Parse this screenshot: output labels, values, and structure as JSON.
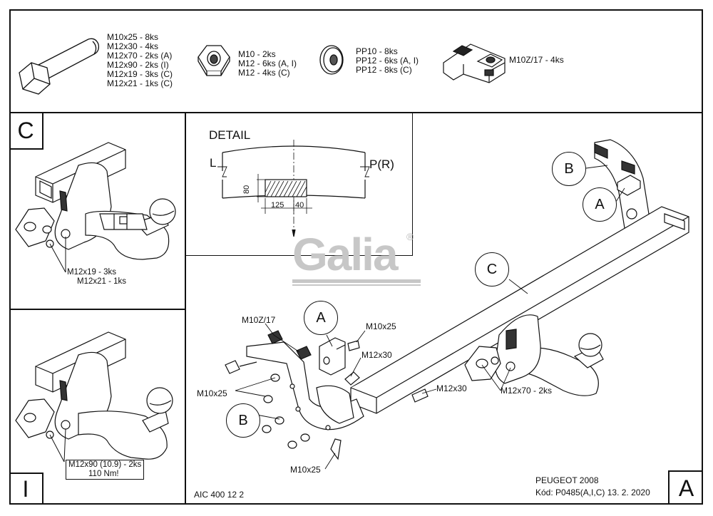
{
  "header": {
    "bolts": [
      "M10x25 - 8ks",
      "M12x30 - 4ks",
      "M12x70 - 2ks (A)",
      "M12x90 - 2ks (I)",
      "M12x19 - 3ks (C)",
      "M12x21 - 1ks (C)"
    ],
    "nuts": [
      "M10 - 2ks",
      "M12 - 6ks (A, I)",
      "M12 - 4ks (C)"
    ],
    "washers": [
      "PP10 - 8ks",
      "PP12 - 6ks (A, I)",
      "PP12 - 8ks (C)"
    ],
    "clip": "M10Z/17 - 4ks"
  },
  "panel_c": {
    "letter": "C",
    "note": [
      "M12x19 - 3ks",
      "M12x21 - 1ks"
    ]
  },
  "panel_i": {
    "letter": "I",
    "note": [
      "M12x90 (10.9) - 2ks",
      "110 Nm!"
    ]
  },
  "detail": {
    "title": "DETAIL",
    "left": "L",
    "right": "P(R)",
    "dim_height": "80",
    "dim_a": "125",
    "dim_b": "40"
  },
  "logo": {
    "text": "Galia",
    "mark": "®"
  },
  "main": {
    "letter": "A",
    "callouts": {
      "b_top": "B",
      "a_top": "A",
      "c_beam": "C",
      "a_bracket": "A",
      "b_plate": "B"
    },
    "labels": {
      "clip": "M10Z/17",
      "m10x25_top": "M10x25",
      "m12x30_a": "M12x30",
      "m10x25_left": "M10x25",
      "m12x30_b": "M12x30",
      "m12x70": "M12x70 - 2ks",
      "m10x25_bottom": "M10x25"
    }
  },
  "footer": {
    "code_left": "AIC 400 12 2",
    "vehicle": "PEUGEOT 2008",
    "kod": "Kód: P0485(A,I,C)  13. 2. 2020"
  }
}
